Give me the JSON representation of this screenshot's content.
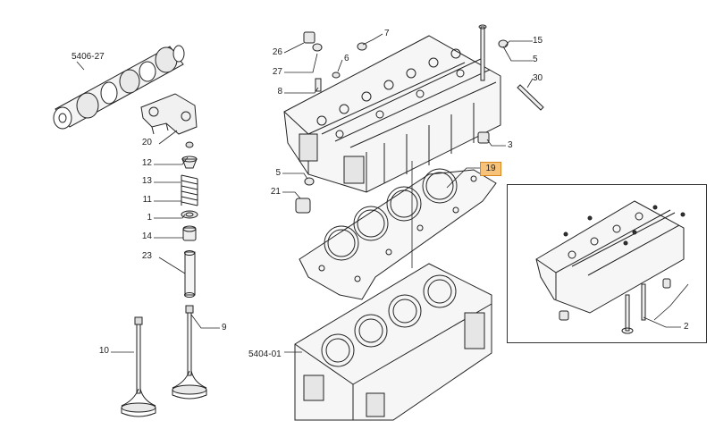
{
  "labels": {
    "camshaft_ref": "5406-27",
    "block_ref": "5404-01",
    "p20": "20",
    "p12": "12",
    "p13": "13",
    "p11": "11",
    "p1": "1",
    "p14": "14",
    "p23": "23",
    "p10": "10",
    "p9": "9",
    "p26": "26",
    "p27": "27",
    "p8": "8",
    "p7": "7",
    "p6": "6",
    "p15": "15",
    "p5a": "5",
    "p30": "30",
    "p3": "3",
    "p5b": "5",
    "p21": "21",
    "p19": "19",
    "p2": "2"
  },
  "colors": {
    "line": "#222222",
    "highlight": "#f7c27a",
    "highlight_border": "#d8871f"
  }
}
